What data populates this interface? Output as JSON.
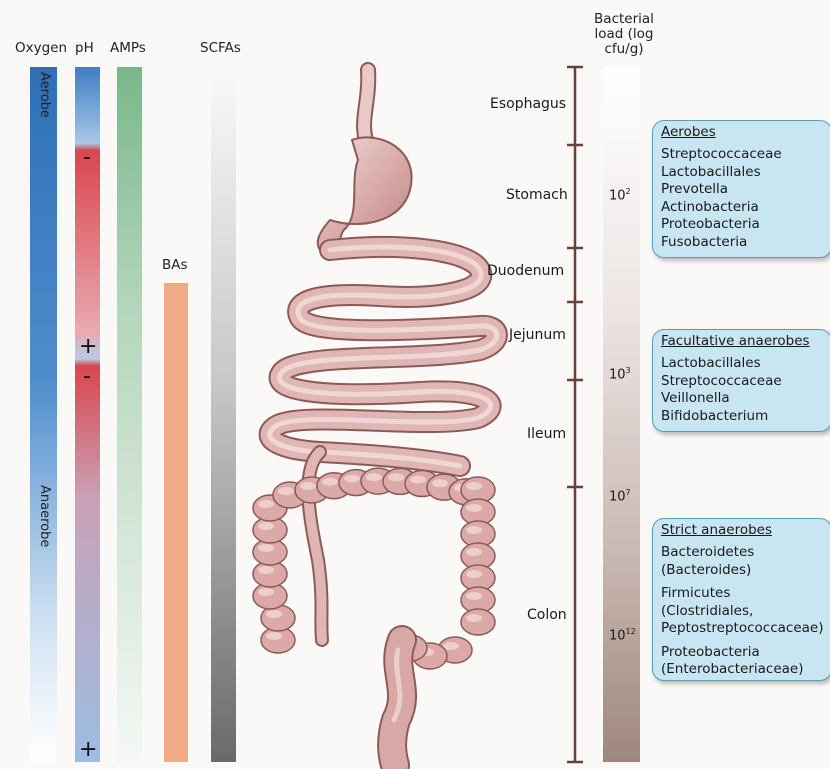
{
  "headers": {
    "oxygen": "Oxygen",
    "ph": "pH",
    "amps": "AMPs",
    "scfas": "SCFAs",
    "bas": "BAs",
    "bacterial_load": "Bacterial load (log cfu/g)"
  },
  "oxygen_labels": {
    "top": "Aerobe",
    "bottom": "Anaerobe"
  },
  "ph_signs": {
    "s1": "-",
    "s2": "+",
    "s3": "-",
    "s4": "+"
  },
  "regions": [
    "Esophagus",
    "Stomach",
    "Duodenum",
    "Jejunum",
    "Ileum",
    "Colon"
  ],
  "loads": [
    {
      "base": "10",
      "exp": "2"
    },
    {
      "base": "10",
      "exp": "3"
    },
    {
      "base": "10",
      "exp": "7"
    },
    {
      "base": "10",
      "exp": "12"
    }
  ],
  "boxes": [
    {
      "title": "Aerobes",
      "items": [
        "Streptococcaceae",
        "Lactobacillales",
        "Prevotella",
        "Actinobacteria",
        "Proteobacteria",
        "Fusobacteria"
      ]
    },
    {
      "title": "Facultative anaerobes",
      "items": [
        "Lactobacillales",
        "Streptococcaceae",
        "Veillonella",
        "Bifidobacterium"
      ]
    },
    {
      "title": "Strict anaerobes",
      "items": [
        "Bacteroidetes",
        "(Bacteroides)",
        "Firmicutes",
        "(Clostridiales,",
        "Peptostreptococcaceae)",
        "Proteobacteria",
        "(Enterobacteriaceae)"
      ]
    }
  ],
  "colors": {
    "oxygen_top": "#2f6fb5",
    "ph_blue": "#8fb3da",
    "ph_red": "#d9464f",
    "amps_green": "#7ab88a",
    "bas_orange": "#f0aa85",
    "scfa_dark": "#6a6a6a",
    "load_dark": "#a08a80",
    "axis_brown": "#6b3f3a",
    "box_fill": "#c7e6f2",
    "gut_fill": "#dba9a7"
  }
}
